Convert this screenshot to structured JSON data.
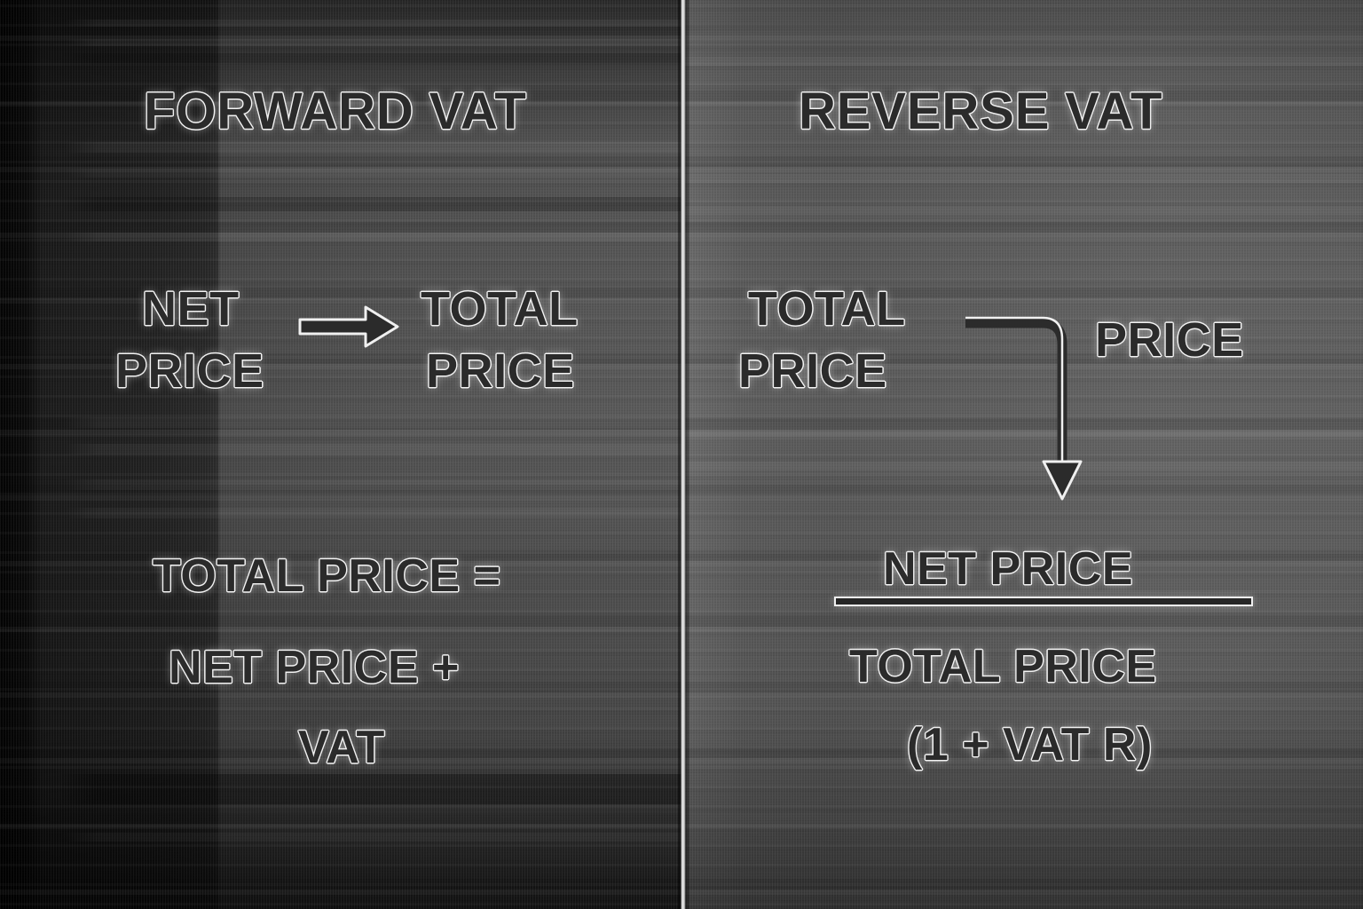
{
  "diagram": {
    "title_left": "FORWARD VAT",
    "title_right": "REVERSE VAT",
    "colors": {
      "text": "#2b2b2b",
      "outline": "#f2f2f2",
      "panel_left_bg": "#2b2b2b",
      "panel_right_bg": "#5a5a5a",
      "divider": "#e8e8e8"
    }
  },
  "left_panel": {
    "heading": "FORWARD VAT",
    "flow": {
      "from_line1": "NET",
      "from_line2": "PRICE",
      "arrow": "arrow-right-icon",
      "to_line1": "TOTAL",
      "to_line2": "PRICE"
    },
    "formula": {
      "line1": "TOTAL PRICE =",
      "line2": "NET PRICE +",
      "line3": "VAT"
    }
  },
  "right_panel": {
    "heading": "REVERSE VAT",
    "flow": {
      "from_line1": "TOTAL",
      "from_line2": "PRICE",
      "arrow": "arrow-elbow-down-icon",
      "side_label": "PRICE",
      "to_label": "NET PRICE"
    },
    "formula": {
      "numerator": "NET PRICE",
      "denominator_line1": "TOTAL PRICE",
      "denominator_line2": "(1 + VAT R)"
    }
  }
}
